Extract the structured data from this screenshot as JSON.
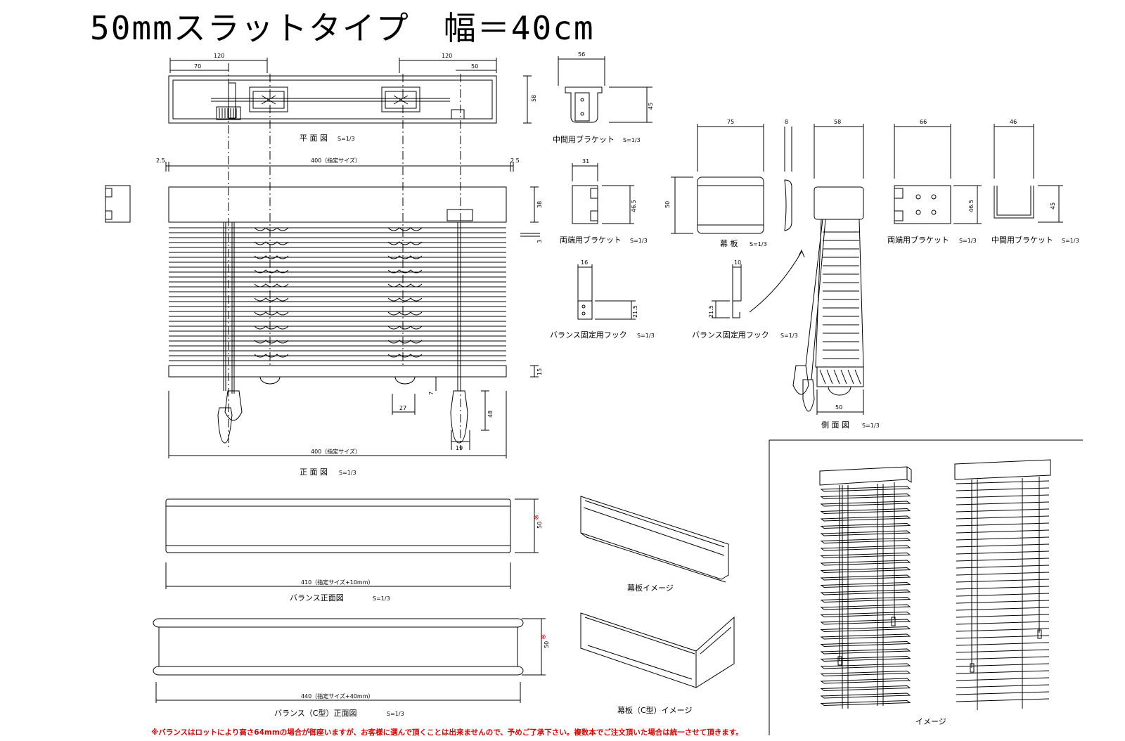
{
  "title": "50mmスラットタイプ　幅＝40cm",
  "views": {
    "plan": {
      "label": "平 面 図",
      "scale": "S=1/3"
    },
    "front": {
      "label": "正 面 図",
      "scale": "S=1/3"
    },
    "side": {
      "label": "側 面 図",
      "scale": "S=1/3"
    },
    "valance_front": {
      "label": "バランス正面図",
      "scale": "S=1/3"
    },
    "valance_c_front": {
      "label": "バランス（C型）正面図",
      "scale": "S=1/3"
    },
    "valance_image": {
      "label": "幕板イメージ"
    },
    "valance_c_image": {
      "label": "幕板（C型）イメージ"
    },
    "image": {
      "label": "イメージ"
    }
  },
  "parts": {
    "middle_bracket_top": {
      "label": "中間用ブラケット",
      "scale": "S=1/3"
    },
    "end_bracket_left": {
      "label": "両端用ブラケット",
      "scale": "S=1/3"
    },
    "valance_hook_left": {
      "label": "バランス固定用フック",
      "scale": "S=1/3"
    },
    "valance_board": {
      "label": "幕 板",
      "scale": "S=1/3"
    },
    "valance_hook_right": {
      "label": "バランス固定用フック",
      "scale": "S=1/3"
    },
    "end_bracket_right": {
      "label": "両端用ブラケット",
      "scale": "S=1/3"
    },
    "middle_bracket_right": {
      "label": "中間用ブラケット",
      "scale": "S=1/3"
    }
  },
  "dimensions": {
    "plan_120_left": "120",
    "plan_70": "70",
    "plan_120_right": "120",
    "plan_50": "50",
    "plan_58": "58",
    "mb_56": "56",
    "mb_45": "45",
    "front_2_5_left": "2.5",
    "front_width": "400（指定サイズ）",
    "front_2_5_right": "2.5",
    "front_38": "38",
    "front_3": "3",
    "front_15": "15",
    "front_7": "7",
    "front_27": "27",
    "front_48": "48",
    "front_19": "19",
    "front_width_bottom": "400（指定サイズ）",
    "eb_31": "31",
    "eb_46_5": "46.5",
    "hook_16": "16",
    "hook_21_5": "21.5",
    "board_75": "75",
    "board_50": "50",
    "board_8": "8",
    "side_58": "58",
    "side_50": "50",
    "hook2_10": "10",
    "hook2_21_5": "21.5",
    "eb2_66": "66",
    "eb2_46_5": "46.5",
    "mb2_46": "46",
    "mb2_45": "45",
    "valance_50": "50",
    "valance_mark": "※",
    "valance_width": "410（指定サイズ+10mm）",
    "valance_c_50": "50",
    "valance_c_mark": "※",
    "valance_c_width": "440（指定サイズ+40mm）"
  },
  "note": "※バランスはロットにより高さ64mmの場合が御座いますが、お客様に選んで頂くことは出来ませんので、予めご了承下さい。複数本でご注文頂いた場合は統一させて頂きます。",
  "colors": {
    "line": "#000000",
    "note": "#e00000"
  }
}
